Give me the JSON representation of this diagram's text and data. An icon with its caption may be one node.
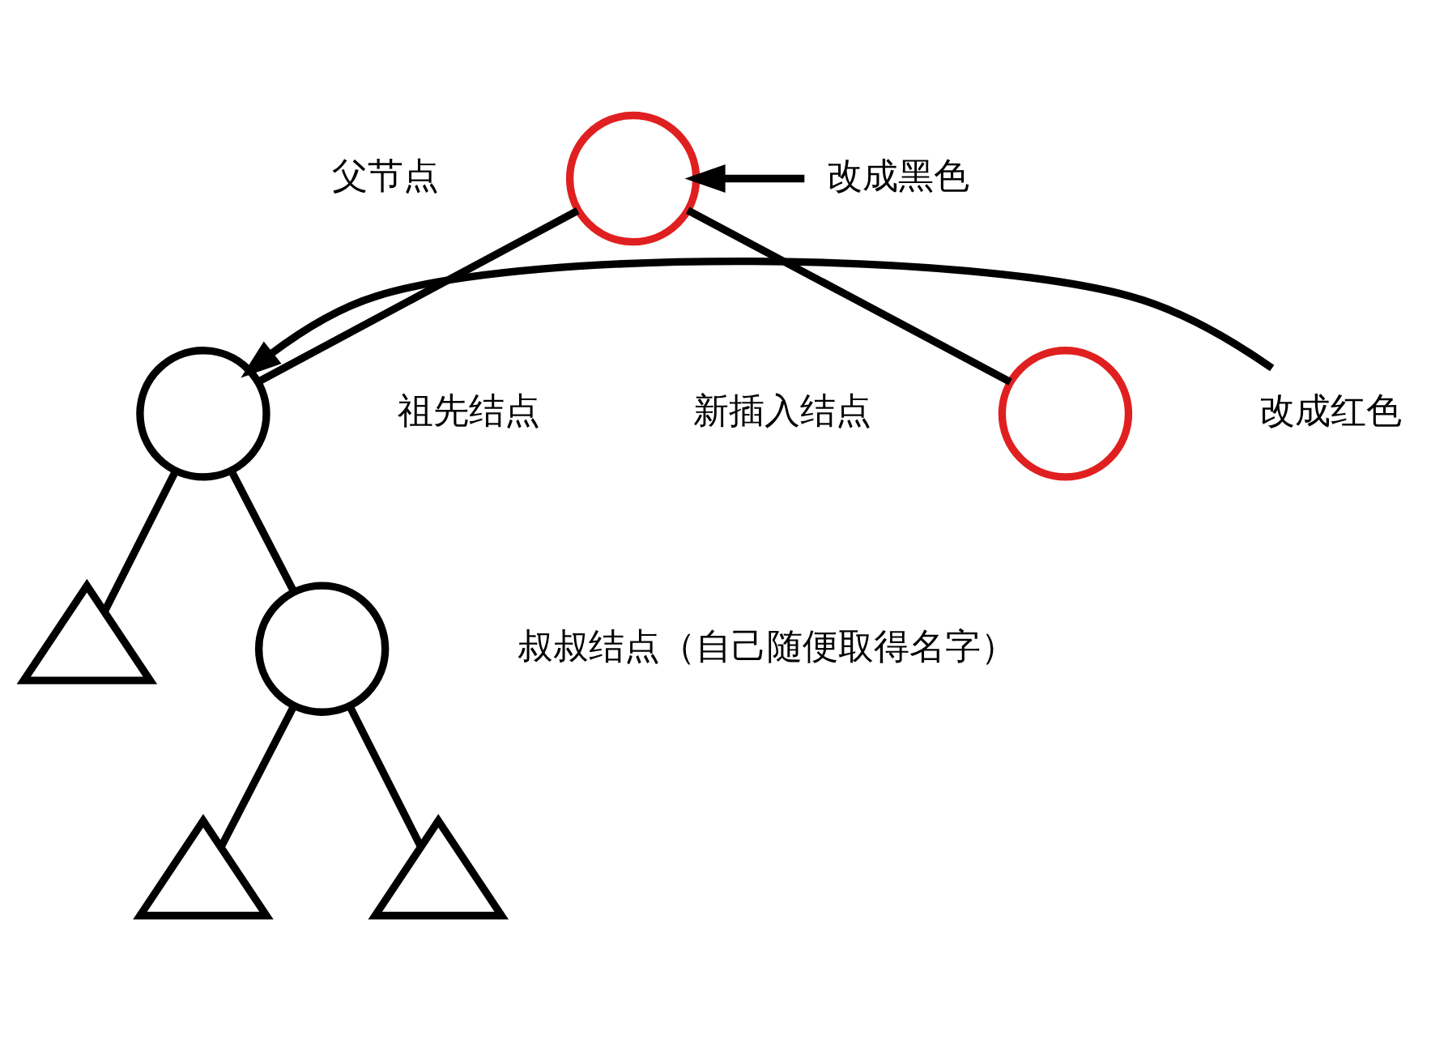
{
  "diagram": {
    "nodes": [
      {
        "text": [],
        "shape": "circle",
        "beside": [
          "父节点"
        ]
      },
      {
        "text": [],
        "shape": "circle",
        "beside": [
          "新插入结点"
        ]
      },
      {
        "text": [],
        "shape": "circle",
        "beside": [
          "祖先结点"
        ]
      },
      {
        "text": [],
        "shape": "triangle"
      },
      {
        "text": [],
        "shape": "circle",
        "beside": [
          "叔叔结点（自己随便取得名字）"
        ]
      },
      {
        "text": [],
        "shape": "triangle"
      },
      {
        "text": [],
        "shape": "triangle"
      },
      {
        "text": [
          "改成黑色"
        ]
      },
      {
        "text": [
          "改成红色"
        ]
      }
    ],
    "edges": [
      {
        "from": 0,
        "to": 1,
        "arrow": "none"
      },
      {
        "from": 0,
        "to": 2,
        "arrow": "none"
      },
      {
        "from": 2,
        "to": 3,
        "arrow": "none"
      },
      {
        "from": 2,
        "to": 4,
        "arrow": "none"
      },
      {
        "from": 4,
        "to": 5,
        "arrow": "none"
      },
      {
        "from": 4,
        "to": 6,
        "arrow": "none"
      },
      {
        "from": 7,
        "to": 0,
        "arrow": "to"
      },
      {
        "from": 8,
        "to": 2,
        "arrow": "to"
      }
    ]
  }
}
